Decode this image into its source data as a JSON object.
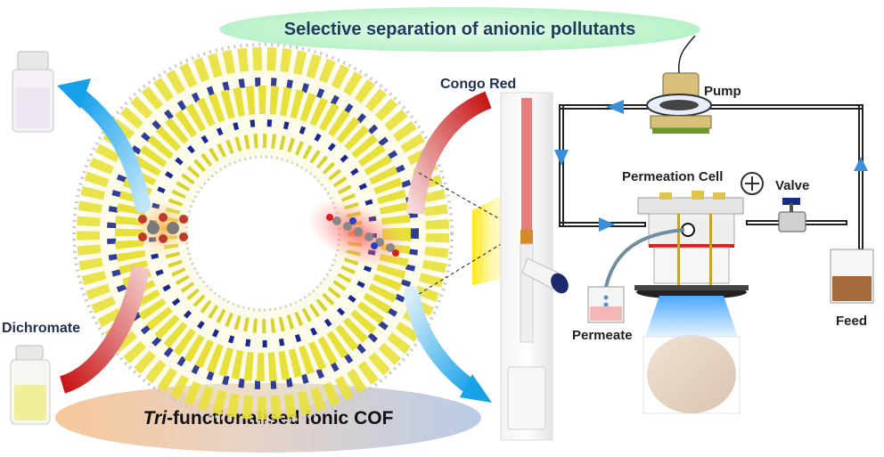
{
  "title": "Selective separation of anionic pollutants",
  "bottom_label_italic": "Tri",
  "bottom_label_rest": "-functionalised ionic COF",
  "labels": {
    "congo_red": "Congo Red",
    "dichromate": "Dichromate",
    "pump": "Pump",
    "permeation_cell": "Permeation Cell",
    "valve": "Valve",
    "permeate": "Permeate",
    "feed": "Feed"
  },
  "colors": {
    "title_fill": "#b9f2c8",
    "label_text": "#1f2e52",
    "framework_yellow": "#e8e03a",
    "framework_blue": "#1a2a8c",
    "arrow_blue": "#1aa3e8",
    "arrow_red": "#d42020",
    "flow_arrow": "#3a8fd8",
    "congo_red": "#e05a5a",
    "dichromate": "#f2ef9a"
  }
}
